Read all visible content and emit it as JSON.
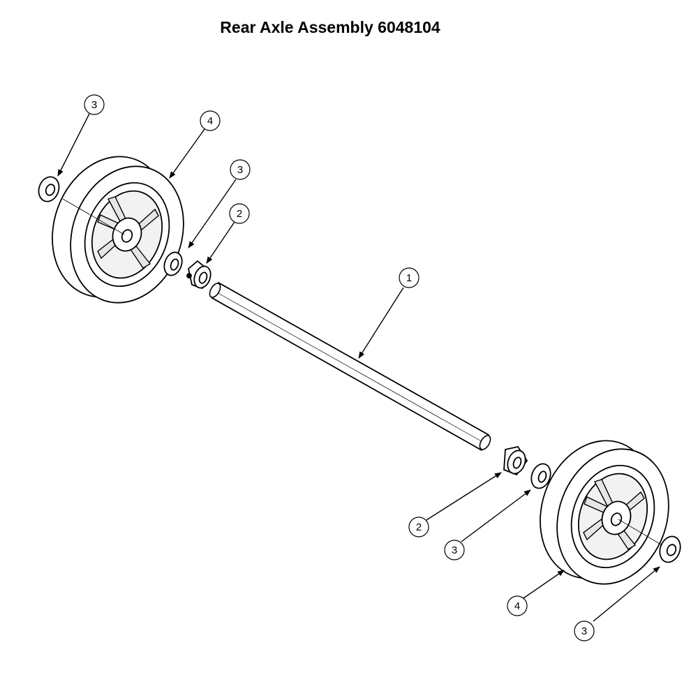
{
  "title": "Rear Axle Assembly 6048104",
  "callouts": [
    {
      "label": "3"
    },
    {
      "label": "4"
    },
    {
      "label": "3"
    },
    {
      "label": "2"
    },
    {
      "label": "1"
    },
    {
      "label": "2"
    },
    {
      "label": "3"
    },
    {
      "label": "4"
    },
    {
      "label": "3"
    }
  ]
}
